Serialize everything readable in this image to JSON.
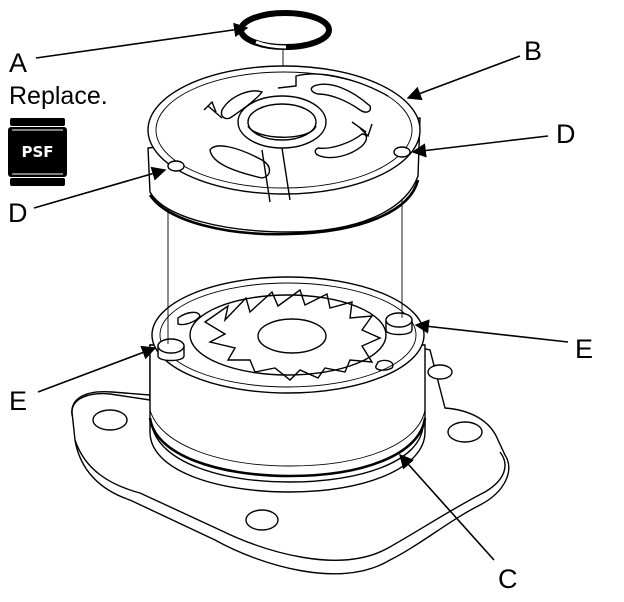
{
  "callouts": {
    "a": "A",
    "b": "B",
    "c": "C",
    "d_left": "D",
    "d_right": "D",
    "e_left": "E",
    "e_right": "E"
  },
  "note": {
    "replace": "Replace."
  },
  "psf_icon": {
    "label": "PSF"
  },
  "colors": {
    "line": "#000000",
    "background": "#ffffff"
  }
}
